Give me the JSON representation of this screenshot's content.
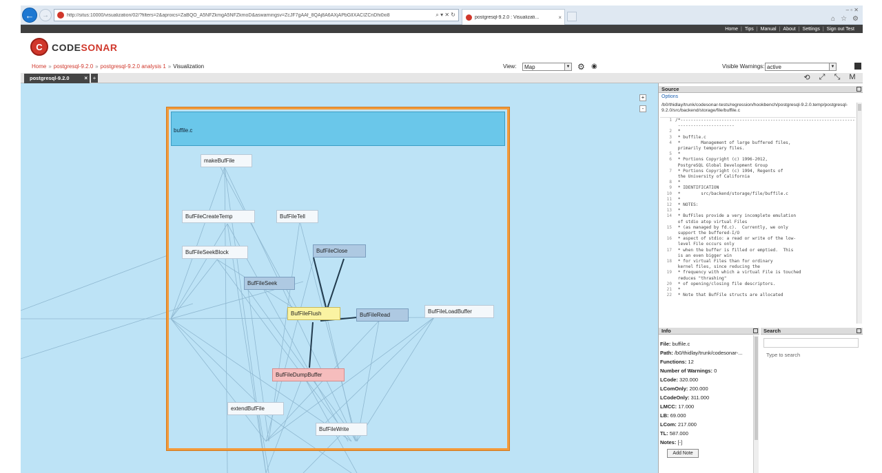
{
  "browser": {
    "url": "http://situs:10000/visualization/02/?filters=2&aproics=ZaBQO_A5NFZkmgA5NFZkmoD&aswarningsv=ZcJF7gAAf_8QAj8A6AXjAPbGlIXACIZCnDhi0xi8",
    "addr_icons": "⌕ ▾ ✕ ↻",
    "tab_title": "postgresql-9.2.0 : Visualizati...",
    "tab_close": "×",
    "window_controls": "– ▫ ✕"
  },
  "top_nav": {
    "items": [
      "Home",
      "Tips",
      "Manual",
      "About",
      "Settings",
      "Sign out Test"
    ],
    "sep": "|"
  },
  "logo": {
    "part1": "CODE",
    "part2": "SONAR"
  },
  "breadcrumb": {
    "home": "Home",
    "project": "postgresql-9.2.0",
    "analysis": "postgresql-9.2.0 analysis 1",
    "current": "Visualization",
    "sep": "»"
  },
  "view": {
    "label": "View:",
    "value": "Map"
  },
  "warnings": {
    "label": "Visible Warnings:",
    "value": "active"
  },
  "viz_tab": {
    "label": "postgresql-9.2.0",
    "close": "×",
    "add": "+"
  },
  "viz_tools": [
    "⟲",
    "⤢",
    "⤡",
    "M"
  ],
  "zoom": {
    "plus": "+",
    "minus": "-"
  },
  "canvas": {
    "file_title": "buffile.c",
    "nodes": [
      {
        "label": "makeBufFile",
        "style": "plain"
      },
      {
        "label": "BufFileCreateTemp",
        "style": "plain"
      },
      {
        "label": "BufFileTell",
        "style": "plain"
      },
      {
        "label": "BufFileSeekBlock",
        "style": "plain"
      },
      {
        "label": "BufFileClose",
        "style": "highlighted"
      },
      {
        "label": "BufFileSeek",
        "style": "highlighted"
      },
      {
        "label": "BufFileFlush",
        "style": "selected"
      },
      {
        "label": "BufFileRead",
        "style": "highlighted"
      },
      {
        "label": "BufFileLoadBuffer",
        "style": "plain"
      },
      {
        "label": "BufFileDumpBuffer",
        "style": "warning"
      },
      {
        "label": "extendBufFile",
        "style": "plain"
      },
      {
        "label": "BufFileWrite",
        "style": "plain"
      }
    ]
  },
  "source": {
    "title": "Source",
    "options": "Options",
    "path": "/b0/thidlay/trunk/codesonar-tests/regression/hookbench/postgresql-9.2.0.temp/postgresql-9.2.0/src/backend/storage/file/buffile.c",
    "lines": [
      {
        "n": "1",
        "t": "/*-------------------------------------------------------------------------"
      },
      {
        "n": "",
        "t": " ----------------------"
      },
      {
        "n": "2",
        "t": " *"
      },
      {
        "n": "3",
        "t": " * buffile.c"
      },
      {
        "n": "4",
        "t": " *        Management of large buffered files,"
      },
      {
        "n": "",
        "t": " primarily temporary files."
      },
      {
        "n": "5",
        "t": " *"
      },
      {
        "n": "6",
        "t": " * Portions Copyright (c) 1996-2012,"
      },
      {
        "n": "",
        "t": " PostgreSQL Global Development Group"
      },
      {
        "n": "7",
        "t": " * Portions Copyright (c) 1994, Regents of"
      },
      {
        "n": "",
        "t": " the University of California"
      },
      {
        "n": "8",
        "t": " *"
      },
      {
        "n": "9",
        "t": " * IDENTIFICATION"
      },
      {
        "n": "10",
        "t": " *        src/backend/storage/file/buffile.c"
      },
      {
        "n": "11",
        "t": " *"
      },
      {
        "n": "12",
        "t": " * NOTES:"
      },
      {
        "n": "13",
        "t": " *"
      },
      {
        "n": "14",
        "t": " * BufFiles provide a very incomplete emulation"
      },
      {
        "n": "",
        "t": " of stdio atop virtual Files"
      },
      {
        "n": "15",
        "t": " * (as managed by fd.c).  Currently, we only"
      },
      {
        "n": "",
        "t": " support the buffered-I/O"
      },
      {
        "n": "16",
        "t": " * aspect of stdio: a read or write of the low-"
      },
      {
        "n": "",
        "t": " level File occurs only"
      },
      {
        "n": "17",
        "t": " * when the buffer is filled or emptied.  This"
      },
      {
        "n": "",
        "t": " is an even bigger win"
      },
      {
        "n": "18",
        "t": " * for virtual Files than for ordinary"
      },
      {
        "n": "",
        "t": " kernel files, since reducing the"
      },
      {
        "n": "19",
        "t": " * frequency with which a virtual File is touched"
      },
      {
        "n": "",
        "t": " reduces \"thrashing\""
      },
      {
        "n": "20",
        "t": " * of opening/closing file descriptors."
      },
      {
        "n": "21",
        "t": " *"
      },
      {
        "n": "22",
        "t": " * Note that BufFile structs are allocated"
      }
    ]
  },
  "info": {
    "title": "Info",
    "rows": [
      {
        "k": "File:",
        "v": "buffile.c"
      },
      {
        "k": "Path:",
        "v": "/b0/thidlay/trunk/codesonar-..."
      },
      {
        "k": "Functions:",
        "v": "12"
      },
      {
        "k": "Number of Warnings:",
        "v": "0"
      },
      {
        "k": "LCode:",
        "v": "320.000"
      },
      {
        "k": "LComOnly:",
        "v": "200.000"
      },
      {
        "k": "LCodeOnly:",
        "v": "311.000"
      },
      {
        "k": "LMCC:",
        "v": "17.000"
      },
      {
        "k": "LB:",
        "v": "69.000"
      },
      {
        "k": "LCom:",
        "v": "217.000"
      },
      {
        "k": "TL:",
        "v": "587.000"
      },
      {
        "k": "Notes:",
        "v": "[-]"
      }
    ],
    "add_note": "Add Note"
  },
  "search": {
    "title": "Search",
    "placeholder": "Type to search"
  },
  "colors": {
    "canvas_bg": "#bde3f6",
    "frame": "#f39a3a",
    "header": "#6ac7ea",
    "accent": "#d0372b"
  }
}
